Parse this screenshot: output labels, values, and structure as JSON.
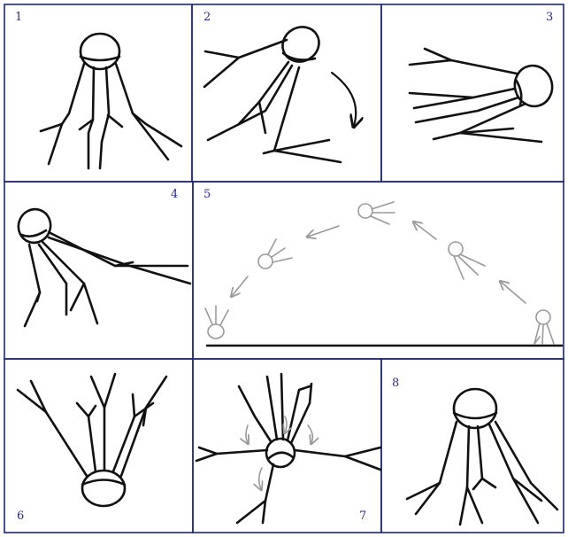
{
  "panels": [
    {
      "number": "1"
    },
    {
      "number": "2"
    },
    {
      "number": "3"
    },
    {
      "number": "4"
    },
    {
      "number": "5"
    },
    {
      "number": "6"
    },
    {
      "number": "7"
    },
    {
      "number": "8"
    }
  ],
  "colors": {
    "frame": "#1c2a6e",
    "number": "#2a2a8a",
    "ink": "#111111",
    "ghost": "#9a9a9a"
  }
}
